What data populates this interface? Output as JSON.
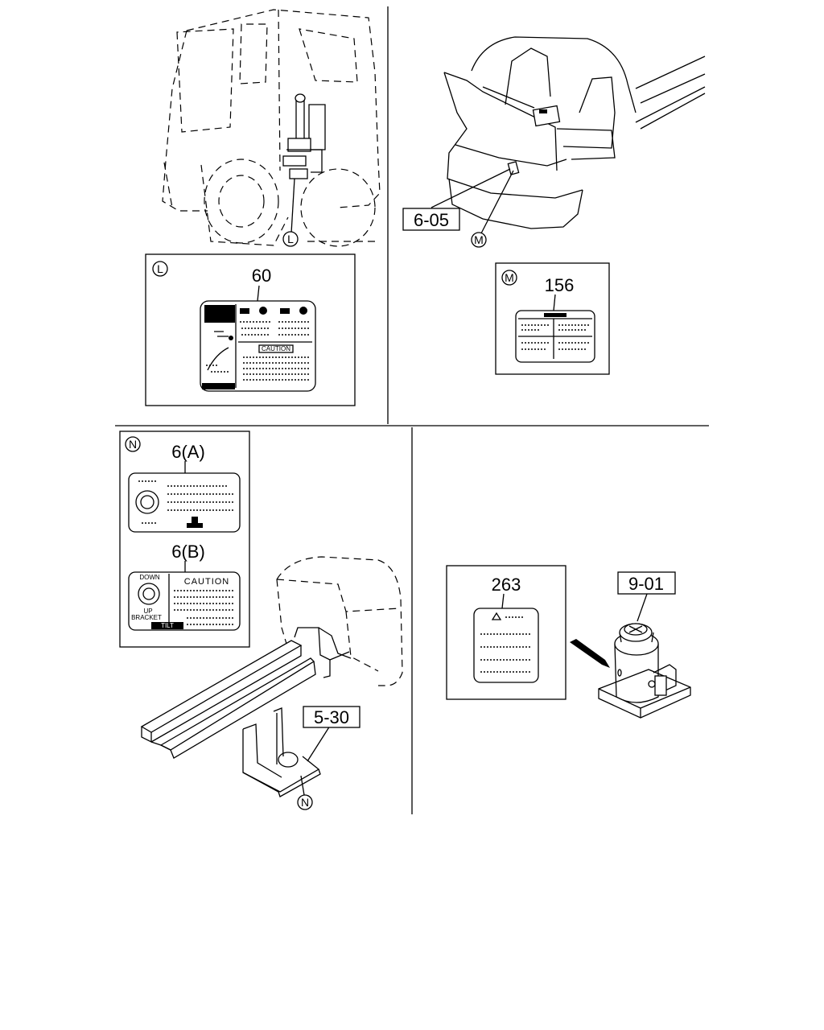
{
  "callouts": {
    "L": "L",
    "M": "M",
    "N": "N"
  },
  "references": {
    "ref_6_05": "6-05",
    "ref_5_30": "5-30",
    "ref_9_01": "9-01"
  },
  "labels": {
    "label_60": "60",
    "label_156": "156",
    "label_6a": "6(A)",
    "label_6b": "6(B)",
    "label_263": "263"
  },
  "decal_text": {
    "caution_60": "CAUTION",
    "caution_6b": "CAUTION",
    "down": "DOWN",
    "up": "UP",
    "bracket": "BRACKET",
    "tilt": "TILT"
  }
}
